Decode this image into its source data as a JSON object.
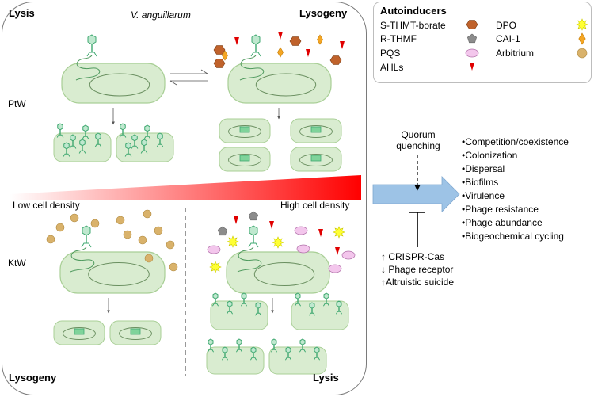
{
  "panel": {
    "lysis_top": "Lysis",
    "species": "V. anguillarum",
    "lysogeny_top": "Lysogeny",
    "ptw": "PtW",
    "ktw": "KtW",
    "low_density": "Low cell density",
    "high_density": "High cell density",
    "lysogeny_bottom": "Lysogeny",
    "lysis_bottom": "Lysis"
  },
  "legend": {
    "title": "Autoinducers",
    "items": [
      {
        "label": "S-THMT-borate",
        "icon": "brown-hexagon-icon",
        "color": "#c0622b"
      },
      {
        "label": "R-THMF",
        "icon": "gray-pentagon-icon",
        "color": "#8c8c8c"
      },
      {
        "label": "PQS",
        "icon": "pink-ellipse-icon",
        "color": "#f3c6ec"
      },
      {
        "label": "AHLs",
        "icon": "red-triangle-icon",
        "color": "#e00000"
      },
      {
        "label": "DPO",
        "icon": "yellow-star-icon",
        "color": "#ffff33"
      },
      {
        "label": "CAI-1",
        "icon": "orange-diamond-icon",
        "color": "#f5a623"
      },
      {
        "label": "Arbitrium",
        "icon": "tan-circle-icon",
        "color": "#d9b26b"
      }
    ]
  },
  "right": {
    "quorum": "Quorum\nquenching",
    "defenses": [
      "↑ CRISPR-Cas",
      "↓ Phage receptor",
      "↑Altruistic suicide"
    ],
    "outcomes": [
      "•Competition/coexistence",
      "•Colonization",
      "•Dispersal",
      "•Biofilms",
      "•Virulence",
      "•Phage resistance",
      "•Phage abundance",
      "•Biogeochemical cycling"
    ]
  },
  "colors": {
    "cell_fill": "#d9ecd0",
    "cell_stroke": "#a9cf96",
    "phage": "#3fa870",
    "gradient_start": "#ffffff",
    "gradient_end": "#ff0000",
    "arrow": "#9dc3e6"
  }
}
